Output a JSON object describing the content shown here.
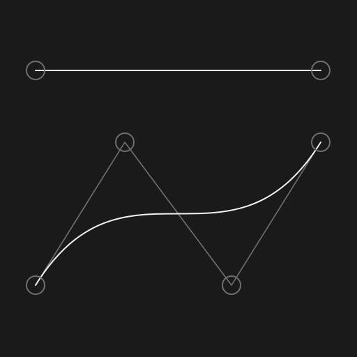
{
  "colors": {
    "background": "#1a1a1a",
    "curve": "#f2f2f2",
    "control_line": "#707070",
    "handle": "#6f6f6f"
  },
  "timeline": {
    "handles": [
      "start-handle",
      "end-handle"
    ]
  },
  "bezier": {
    "handles": [
      "p0",
      "p1",
      "p2",
      "p3"
    ]
  }
}
